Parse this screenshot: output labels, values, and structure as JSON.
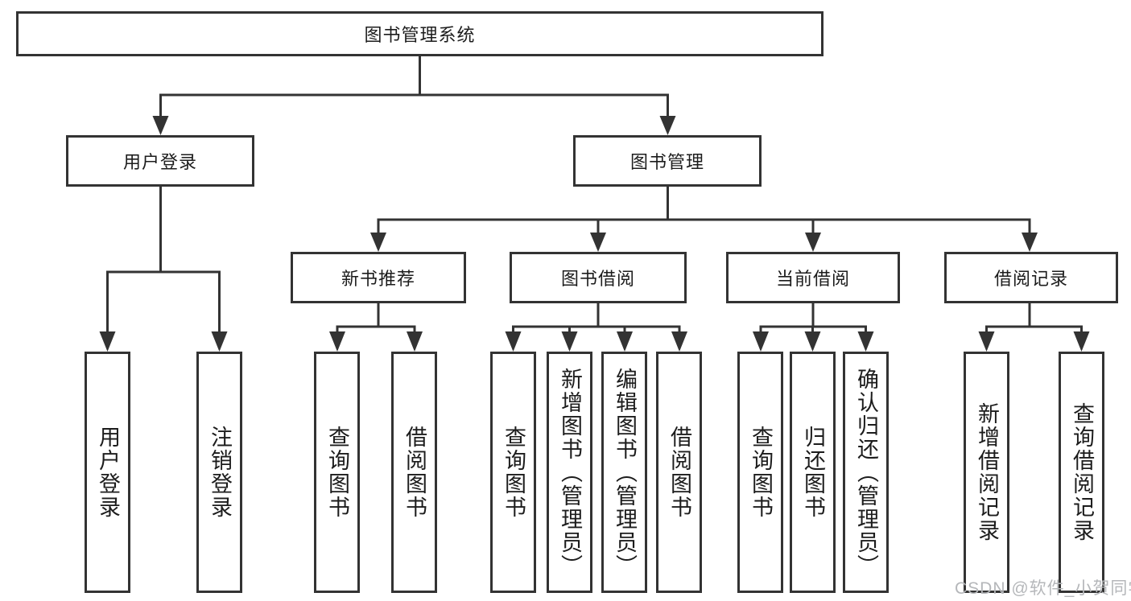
{
  "root": {
    "label": "图书管理系统"
  },
  "branches": [
    {
      "label": "用户登录",
      "children": [
        {
          "label": "用户登录"
        },
        {
          "label": "注销登录"
        }
      ]
    },
    {
      "label": "图书管理",
      "children": [
        {
          "label": "新书推荐",
          "children": [
            {
              "label": "查询图书"
            },
            {
              "label": "借阅图书"
            }
          ]
        },
        {
          "label": "图书借阅",
          "children": [
            {
              "label": "查询图书"
            },
            {
              "label": "新增图书（管理员）"
            },
            {
              "label": "编辑图书（管理员）"
            },
            {
              "label": "借阅图书"
            }
          ]
        },
        {
          "label": "当前借阅",
          "children": [
            {
              "label": "查询图书"
            },
            {
              "label": "归还图书"
            },
            {
              "label": "确认归还（管理员）"
            }
          ]
        },
        {
          "label": "借阅记录",
          "children": [
            {
              "label": "新增借阅记录"
            },
            {
              "label": "查询借阅记录"
            }
          ]
        }
      ]
    }
  ],
  "watermark": "CSDN @软件_小贺同学",
  "colors": {
    "line": "#333333",
    "text": "#1c1c1c",
    "box_background": "#ffffff",
    "watermark": "#b5b7ba"
  }
}
